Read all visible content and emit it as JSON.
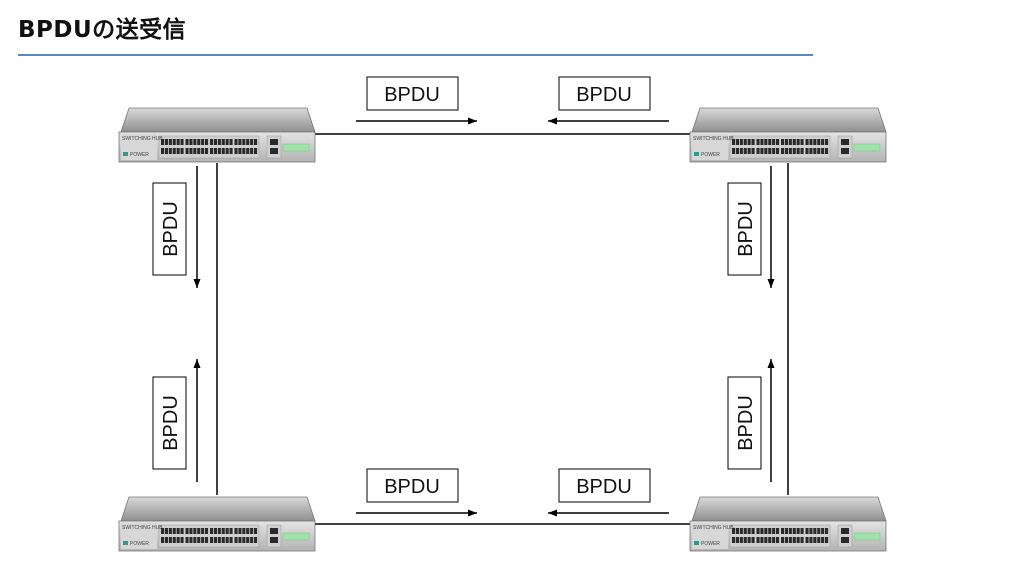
{
  "title": "BPDUの送受信",
  "switch": {
    "model_label": "SWITCHING HUB",
    "power_label": "POWER"
  },
  "bpdu_labels": {
    "top_left": "BPDU",
    "top_right": "BPDU",
    "left_upper": "BPDU",
    "left_lower": "BPDU",
    "right_upper": "BPDU",
    "right_lower": "BPDU",
    "bottom_left": "BPDU",
    "bottom_right": "BPDU"
  },
  "colors": {
    "title_rule": "#5b86c4",
    "switch_body": "#c7c7c7",
    "switch_top": "#9a9a9a",
    "port": "#2a2a2a",
    "power_led": "#2a9d8f",
    "status_bar": "#9fe3a9"
  }
}
